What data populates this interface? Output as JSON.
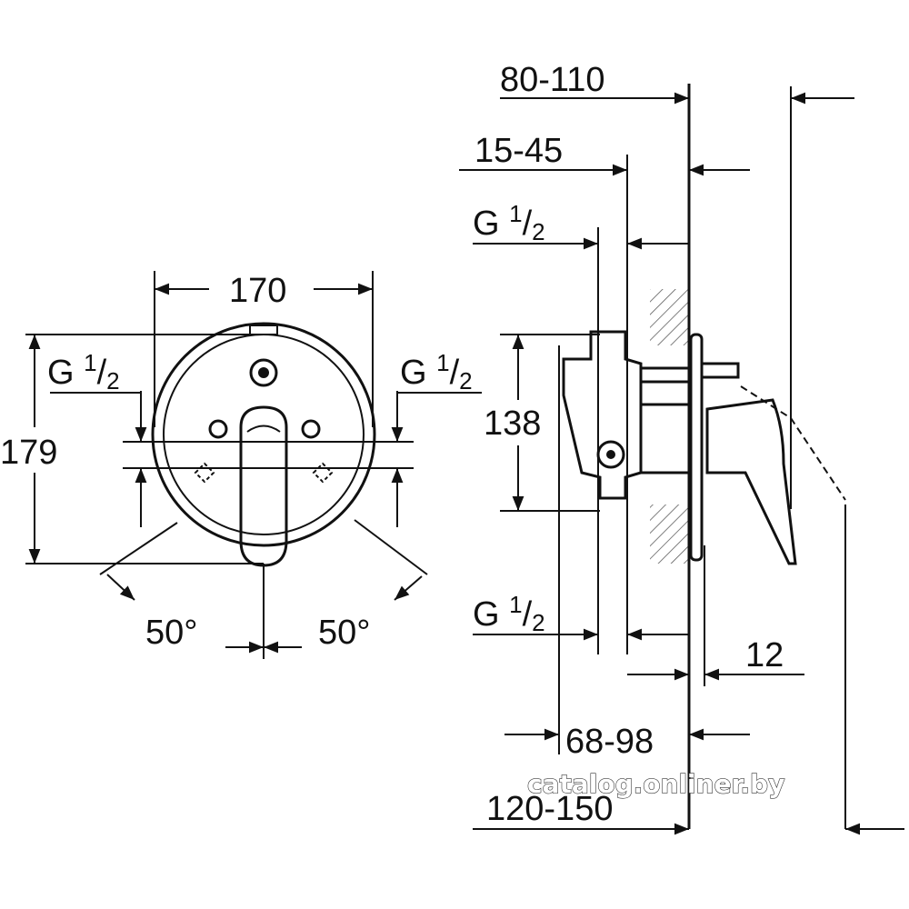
{
  "front_view": {
    "width_label": "170",
    "height_label": "179",
    "thread_left": {
      "main": "G",
      "num": "1",
      "den": "2"
    },
    "thread_right": {
      "main": "G",
      "num": "1",
      "den": "2"
    },
    "angle_left": "50°",
    "angle_right": "50°"
  },
  "side_view": {
    "depth_total": "80-110",
    "depth_inner": "15-45",
    "thread_top": {
      "main": "G",
      "num": "1",
      "den": "2"
    },
    "height_label": "138",
    "thread_bottom": {
      "main": "G",
      "num": "1",
      "den": "2"
    },
    "plate_label": "12",
    "install_depth": "68-98",
    "overall_depth": "120-150"
  },
  "watermark": "catalog.onliner.by"
}
